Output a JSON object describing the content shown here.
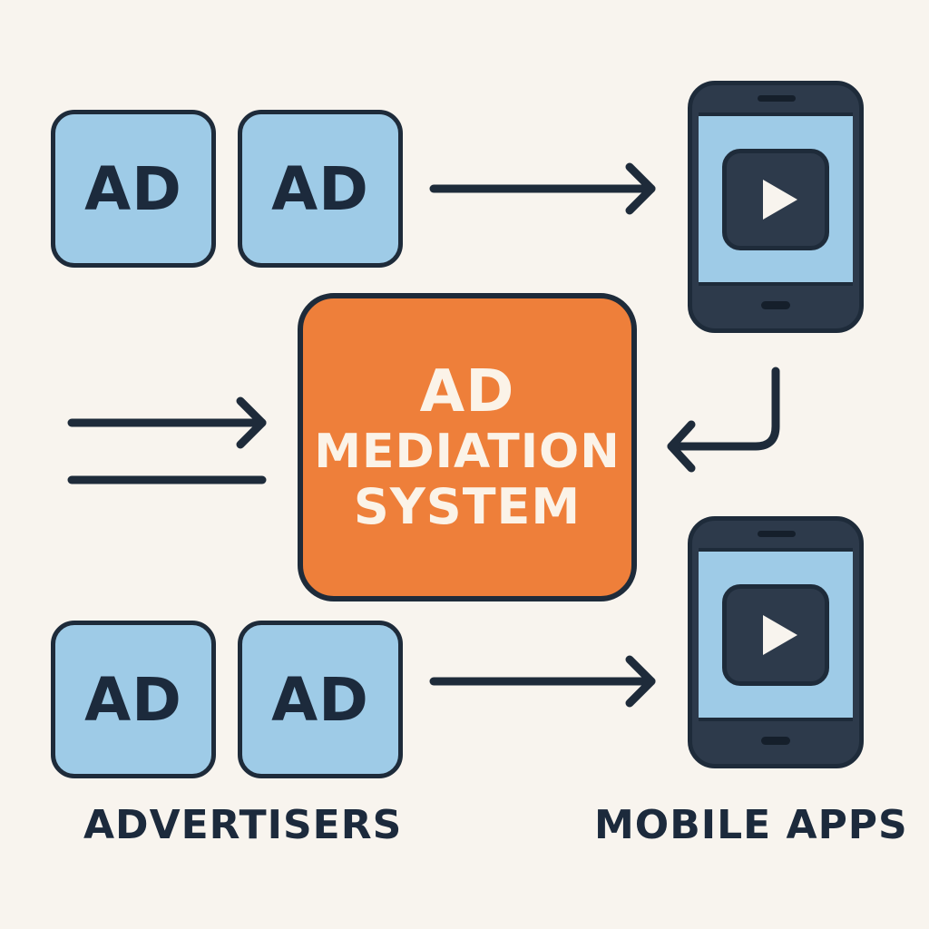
{
  "advertiser_tiles": [
    {
      "label": "AD"
    },
    {
      "label": "AD"
    },
    {
      "label": "AD"
    },
    {
      "label": "AD"
    }
  ],
  "hub": {
    "line1": "AD",
    "line2": "MEDIATION",
    "line3": "SYSTEM"
  },
  "labels": {
    "left": "ADVERTISERS",
    "right": "MOBILE APPS"
  },
  "icons": [
    "phone-icon",
    "play-icon",
    "arrow-icon"
  ],
  "colors": {
    "background": "#f8f4ee",
    "ad_tile": "#9ecbe7",
    "hub": "#ee7f3a",
    "outline": "#1e2b3a",
    "hub_text": "#fbf3e8"
  }
}
